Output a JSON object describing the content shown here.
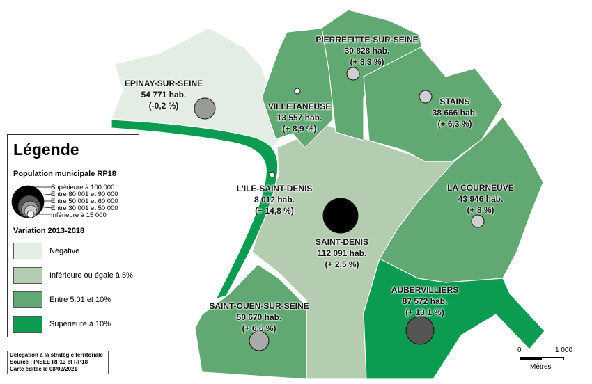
{
  "colors": {
    "negative": "#e3ede3",
    "low": "#b4cdb1",
    "mid": "#62a872",
    "high": "#0b9c52"
  },
  "communes": [
    {
      "name": "EPINAY-SUR-SEINE",
      "pop": "54 771 hab.",
      "var": "(-0,2 %)"
    },
    {
      "name": "VILLETANEUSE",
      "pop": "13 557 hab.",
      "var": "(+ 8,9 %)"
    },
    {
      "name": "PIERREFITTE-SUR-SEINE",
      "pop": "30 828 hab.",
      "var": "(+ 8,3 %)"
    },
    {
      "name": "STAINS",
      "pop": "38 666 hab.",
      "var": "(+ 6,3 %)"
    },
    {
      "name": "L'ILE-SAINT-DENIS",
      "pop": "8 012 hab.",
      "var": "(+ 14,8 %)"
    },
    {
      "name": "SAINT-DENIS",
      "pop": "112 091 hab.",
      "var": "(+ 2,5 %)"
    },
    {
      "name": "LA COURNEUVE",
      "pop": "43 946 hab.",
      "var": "(+ 8 %)"
    },
    {
      "name": "AUBERVILLIERS",
      "pop": "87 572 hab.",
      "var": "(+ 13,1 %)"
    },
    {
      "name": "SAINT-OUEN-SUR-SEINE",
      "pop": "50 670 hab.",
      "var": "(+ 6,6 %)"
    }
  ],
  "legend": {
    "title": "Légende",
    "population_title": "Population municipale RP18",
    "sizes": [
      "Supérieure à 100 000",
      "Entre 80 001 et 90 000",
      "Entre 50 001 et 60 000",
      "Entre 30 001 et 50 000",
      "Inférieure à 15 000"
    ],
    "variation_title": "Variation 2013-2018",
    "classes": [
      "Négative",
      "Inférieure ou égale à 5%",
      "Entre 5.01 et 10%",
      "Supérieure à 10%"
    ]
  },
  "credits": [
    "Délégation à la stratégie territoriale",
    "Source : INSEE RP13 et RP18",
    "Carte éditée le 08/02/2021"
  ],
  "scale": {
    "start": "0",
    "end": "1 000",
    "unit": "Mètres"
  }
}
